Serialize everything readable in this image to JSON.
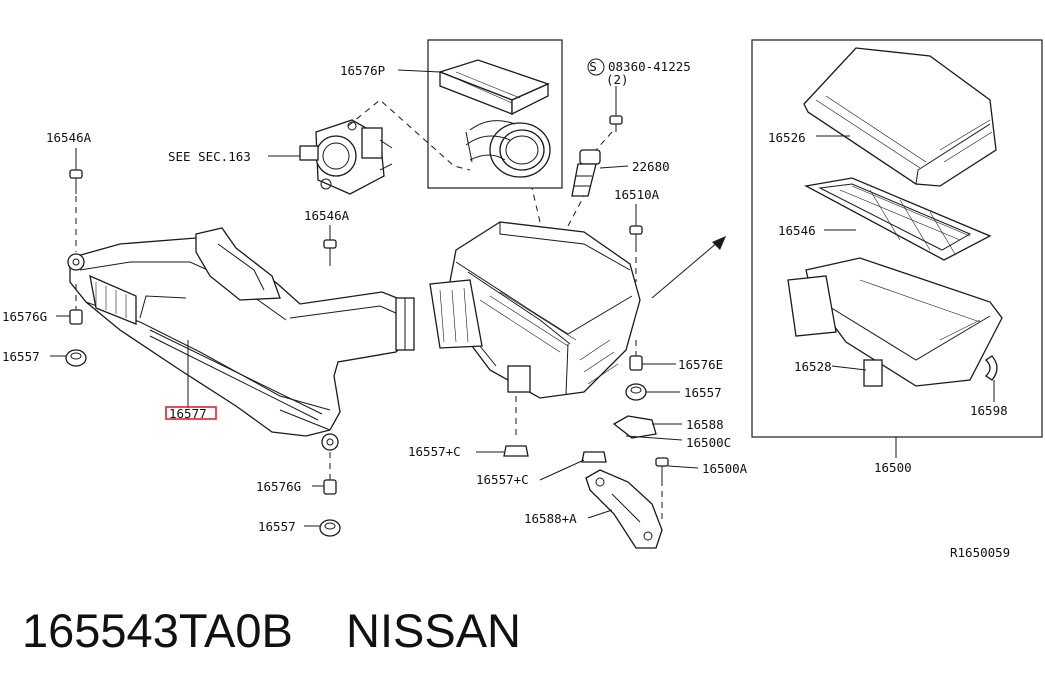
{
  "labels": {
    "l16576P": "16576P",
    "l08360": "08360-41225",
    "l08360qty": "(2)",
    "l08360sym": "S",
    "l22680": "22680",
    "l16510A": "16510A",
    "lSeeSec": "SEE SEC.163",
    "l16546A_left": "16546A",
    "l16546A_mid": "16546A",
    "l16576G_left": "16576G",
    "l16557_left": "16557",
    "l16577": "16577",
    "l16576E": "16576E",
    "l16557_right": "16557",
    "l16588": "16588",
    "l16500C": "16500C",
    "l16557C_1": "16557+C",
    "l16557C_2": "16557+C",
    "l16500A": "16500A",
    "l16576G_bottom": "16576G",
    "l16557_bottom": "16557",
    "l16588A": "16588+A",
    "l16526": "16526",
    "l16546": "16546",
    "l16528": "16528",
    "l16598": "16598",
    "l16500": "16500",
    "diagramCode": "R1650059"
  },
  "footer": {
    "part_number": "165543TA0B",
    "brand": "NISSAN"
  },
  "colors": {
    "line": "#1a1a1a",
    "highlight": "#e0242a"
  }
}
